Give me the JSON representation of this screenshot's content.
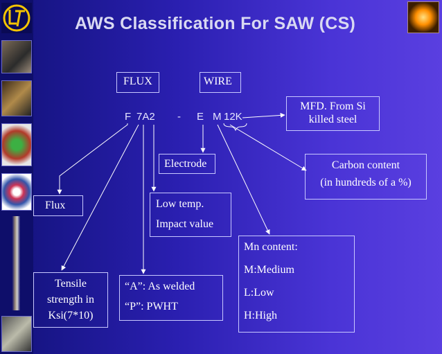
{
  "title": "AWS Classification For SAW (CS)",
  "labels": {
    "flux_header": "FLUX",
    "wire_header": "WIRE",
    "code_f": "F",
    "code_7a2": "7A2",
    "code_dash": "-",
    "code_e": "E",
    "code_m": "M",
    "code_12k": "12K"
  },
  "boxes": {
    "mfd_line1": "MFD. From Si",
    "mfd_line2": "killed steel",
    "electrode": "Electrode",
    "carbon_line1": "Carbon content",
    "carbon_line2": "(in hundreds of a %)",
    "flux": "Flux",
    "lowtemp_line1": "Low temp.",
    "lowtemp_line2": "Impact value",
    "mn_line1": "Mn content:",
    "mn_line2": "M:Medium",
    "mn_line3": "L:Low",
    "mn_line4": "H:High",
    "tensile_line1": "Tensile",
    "tensile_line2": "strength in",
    "tensile_line3": "Ksi(7*10)",
    "aswelded_line1": "“A”: As welded",
    "aswelded_line2": "“P”: PWHT"
  },
  "icons": {
    "logo": "company-logo",
    "atom": "atom-icon"
  },
  "colors": {
    "background": "#2a1fb0",
    "sidebar": "#0e0e6a",
    "box_border": "#c8c8ff",
    "title_text": "#d9d9f2"
  }
}
